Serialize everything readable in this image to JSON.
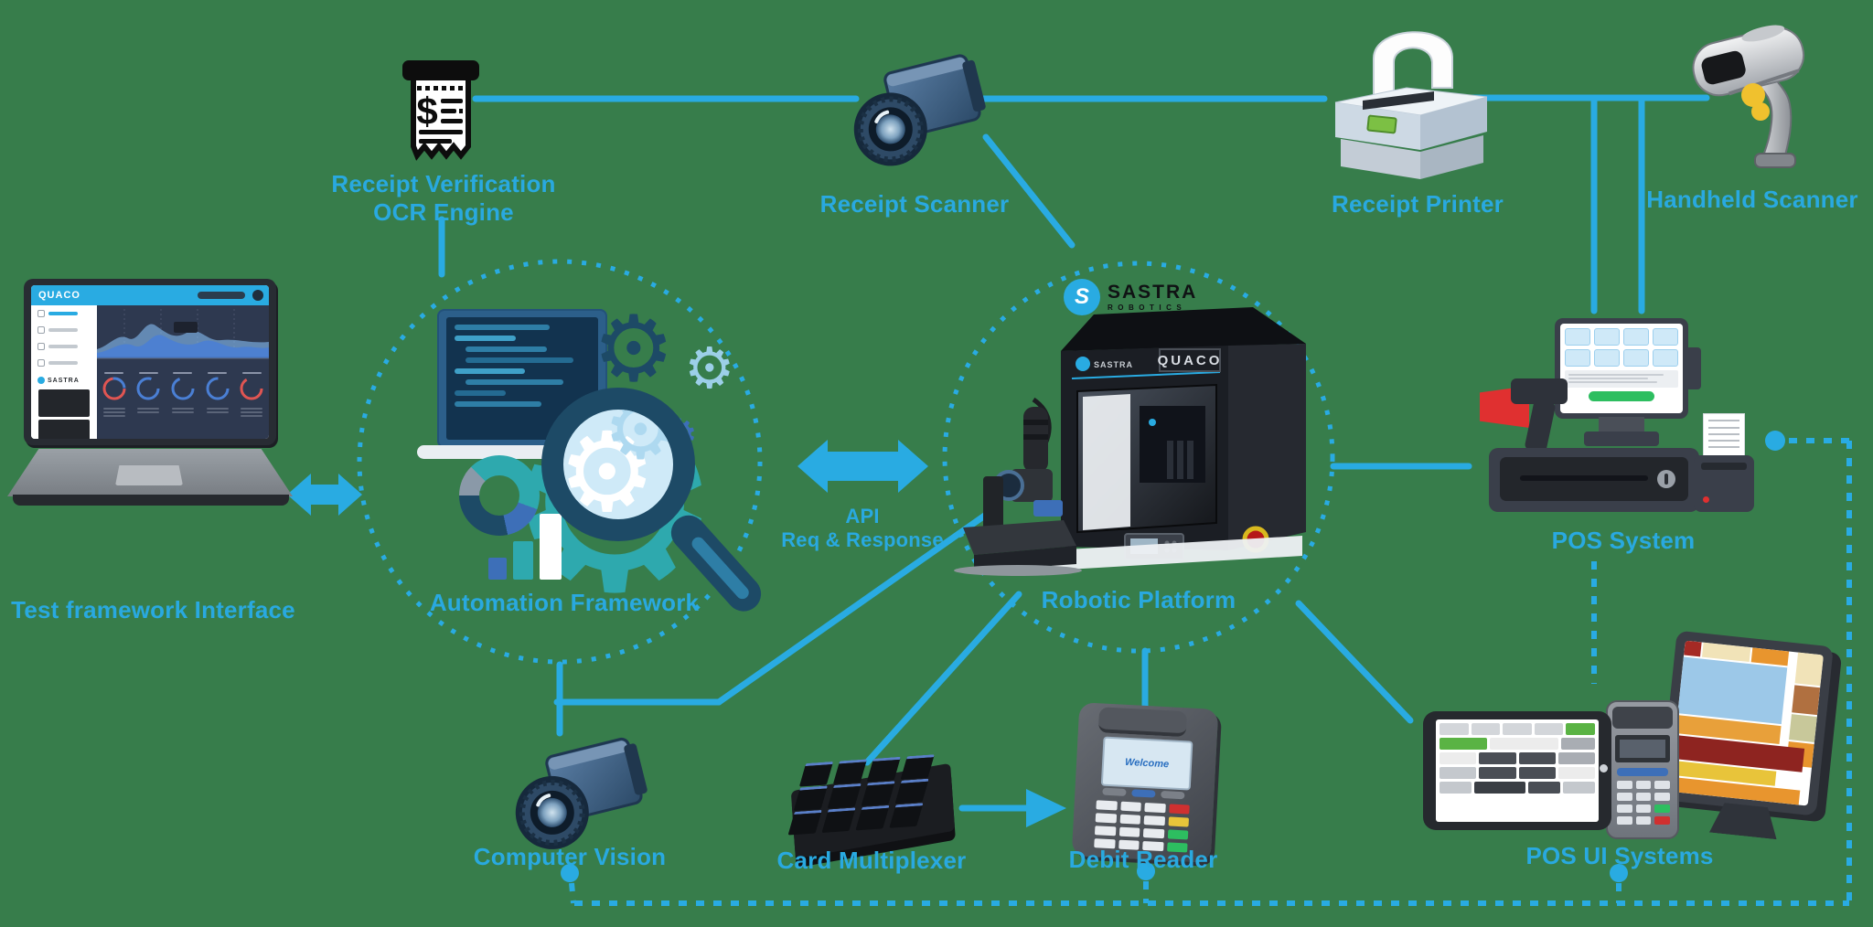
{
  "colors": {
    "background": "#377D4B",
    "accent": "#29ABE2",
    "dark_navy": "#1D4A66",
    "teal": "#2EA9AE",
    "steel_blue": "#3D6FB8"
  },
  "nodes": {
    "receipt_verification": {
      "line1": "Receipt Verification",
      "line2": "OCR Engine"
    },
    "receipt_scanner": {
      "label": "Receipt Scanner"
    },
    "receipt_printer": {
      "label": "Receipt Printer"
    },
    "handheld_scanner": {
      "label": "Handheld Scanner"
    },
    "test_framework_interface": {
      "label": "Test framework Interface",
      "screen_brand": "QUACO",
      "sidebar_brand": "SASTRA"
    },
    "automation_framework": {
      "label": "Automation Framework"
    },
    "api_link": {
      "line1": "API",
      "line2": "Req & Response"
    },
    "robotic_platform": {
      "label": "Robotic Platform",
      "logo_brand": "SASTRA",
      "logo_sub": "ROBOTICS",
      "machine_brand": "QUACO",
      "machine_side_brand": "SASTRA"
    },
    "pos_system": {
      "label": "POS System"
    },
    "computer_vision": {
      "label": "Computer Vision"
    },
    "card_multiplexer": {
      "label": "Card Multiplexer"
    },
    "debit_reader": {
      "label": "Debit Reader",
      "screen_text": "Welcome"
    },
    "pos_ui_systems": {
      "label": "POS UI Systems"
    }
  },
  "connections": [
    {
      "from": "receipt_verification",
      "to": "receipt_scanner",
      "style": "solid"
    },
    {
      "from": "receipt_scanner",
      "to": "receipt_printer",
      "style": "solid"
    },
    {
      "from": "receipt_printer",
      "to": "handheld_scanner",
      "style": "solid"
    },
    {
      "from": "receipt_printer",
      "to": "pos_system",
      "style": "solid"
    },
    {
      "from": "handheld_scanner",
      "to": "pos_system",
      "style": "solid"
    },
    {
      "from": "receipt_verification",
      "to": "automation_framework",
      "style": "solid"
    },
    {
      "from": "receipt_scanner",
      "to": "robotic_platform",
      "style": "solid"
    },
    {
      "from": "test_framework_interface",
      "to": "automation_framework",
      "style": "double-arrow"
    },
    {
      "from": "automation_framework",
      "to": "robotic_platform",
      "style": "double-arrow",
      "label": "API Req & Response"
    },
    {
      "from": "automation_framework",
      "to": "computer_vision",
      "style": "solid"
    },
    {
      "from": "automation_framework",
      "to": "robotic_platform",
      "style": "solid"
    },
    {
      "from": "robotic_platform",
      "to": "card_multiplexer",
      "style": "solid"
    },
    {
      "from": "robotic_platform",
      "to": "debit_reader",
      "style": "solid"
    },
    {
      "from": "robotic_platform",
      "to": "pos_system",
      "style": "solid"
    },
    {
      "from": "robotic_platform",
      "to": "pos_ui_systems",
      "style": "solid"
    },
    {
      "from": "card_multiplexer",
      "to": "debit_reader",
      "style": "arrow"
    },
    {
      "from": "pos_system",
      "to": "pos_ui_systems",
      "style": "dashed"
    },
    {
      "from": "pos_system",
      "to": "bottom_bus",
      "style": "dashed"
    },
    {
      "from": "computer_vision",
      "to": "bottom_bus",
      "style": "dashed"
    },
    {
      "from": "debit_reader",
      "to": "bottom_bus",
      "style": "dashed"
    },
    {
      "from": "pos_ui_systems",
      "to": "bottom_bus",
      "style": "dashed"
    }
  ]
}
